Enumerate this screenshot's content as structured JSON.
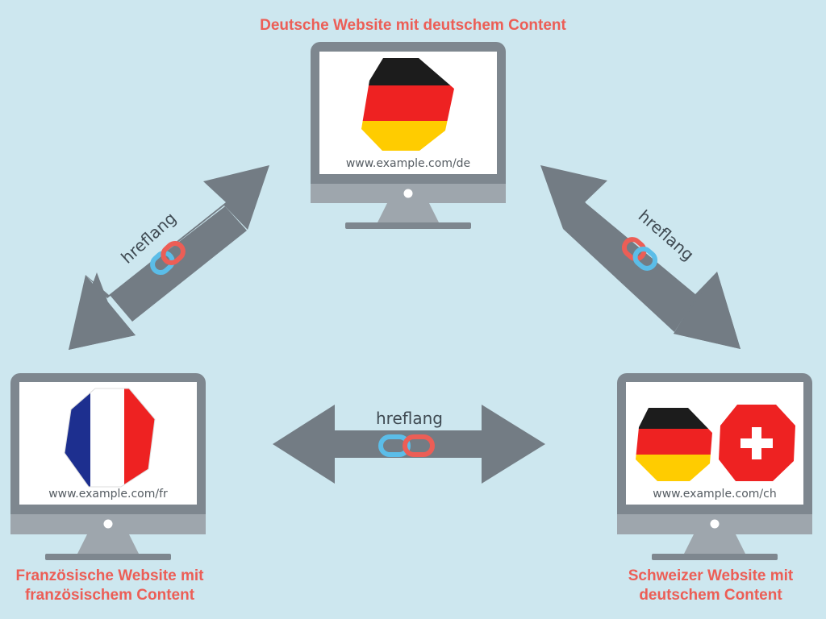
{
  "colors": {
    "background": "#cde7ef",
    "monitor_body": "#7e878f",
    "monitor_base": "#9ea6ad",
    "arrow": "#737c84",
    "caption": "#ec5e56",
    "link_red": "#ec5e56",
    "link_blue": "#5bbde8"
  },
  "sites": {
    "de": {
      "caption": "Deutsche Website mit deutschem Content",
      "url": "www.example.com/de",
      "icons": [
        "german-flag-hexagon"
      ]
    },
    "fr": {
      "caption": "Französische Website mit französischem Content",
      "url": "www.example.com/fr",
      "icons": [
        "french-flag-hexagon"
      ]
    },
    "ch": {
      "caption": "Schweizer Website mit deutschem Content",
      "url": "www.example.com/ch",
      "icons": [
        "german-flag-hexagon",
        "swiss-flag-hexagon"
      ]
    }
  },
  "connections": [
    {
      "from": "de",
      "to": "fr",
      "label": "hreflang",
      "icon": "chain-link-icon"
    },
    {
      "from": "de",
      "to": "ch",
      "label": "hreflang",
      "icon": "chain-link-icon"
    },
    {
      "from": "fr",
      "to": "ch",
      "label": "hreflang",
      "icon": "chain-link-icon"
    }
  ]
}
